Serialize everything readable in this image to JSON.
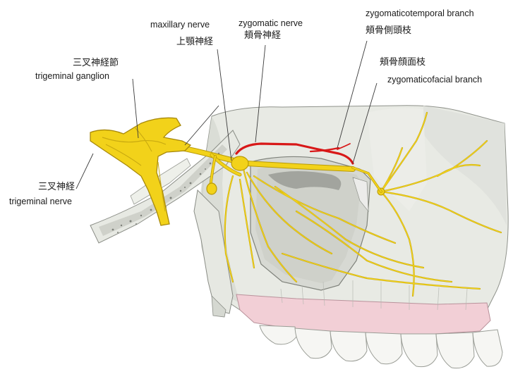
{
  "labels": {
    "maxillary_nerve": {
      "en": "maxillary nerve",
      "ja": "上顎神経"
    },
    "zygomatic_nerve": {
      "en": "zygomatic nerve",
      "ja": "頬骨神経"
    },
    "zygomaticotemporal_branch": {
      "en": "zygomaticotemporal branch",
      "ja": "頬骨側頭枝"
    },
    "zygomaticofacial_branch": {
      "en": "zygomaticofacial branch",
      "ja": "頬骨顔面枝"
    },
    "trigeminal_ganglion": {
      "en": "trigeminal ganglion",
      "ja": "三叉神経節"
    },
    "trigeminal_nerve": {
      "en": "trigeminal nerve",
      "ja": "三叉神経"
    }
  },
  "colors": {
    "nerve": "#f2d21a",
    "nerve_outline": "#b89a08",
    "zygomatic_nerve_highlight": "#d81818",
    "bone": "#e9ebe6",
    "bone_shadow": "#c9ccc5",
    "gum": "#f2cfd6",
    "tooth": "#f6f6f3"
  }
}
